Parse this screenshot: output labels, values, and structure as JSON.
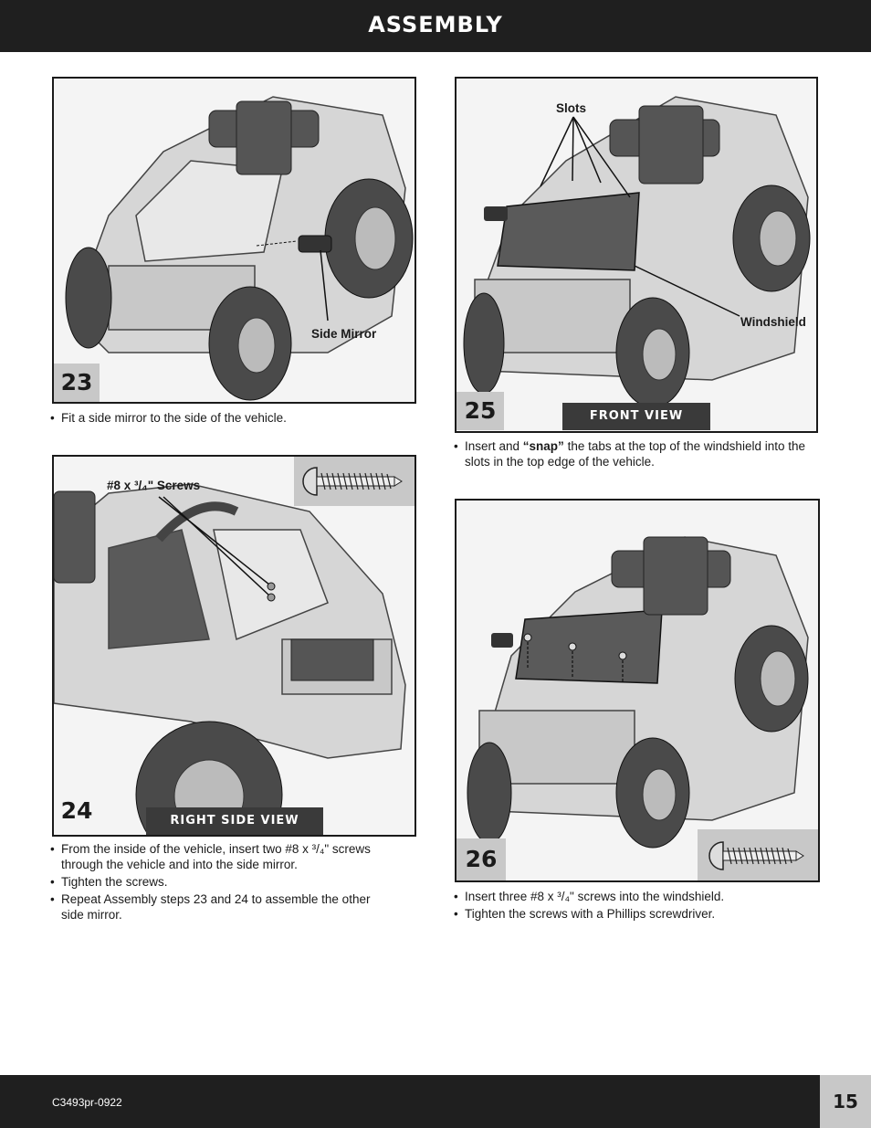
{
  "header": {
    "title": "ASSEMBLY"
  },
  "steps": [
    {
      "number": "23",
      "callouts": [
        "Side Mirror"
      ],
      "view_label": "",
      "bullets": [
        "Fit a side mirror to the side of the vehicle."
      ]
    },
    {
      "number": "24",
      "callouts": [
        "#8 x ³/₄\" Screws"
      ],
      "view_label": "RIGHT SIDE VIEW",
      "bullets": [
        "From the inside of the vehicle, insert two #8 x ³/₄\" screws through the vehicle and into the side mirror.",
        "Tighten the screws.",
        "Repeat Assembly steps 23 and 24 to assemble the other side mirror."
      ]
    },
    {
      "number": "25",
      "callouts": [
        "Slots",
        "Windshield"
      ],
      "view_label": "FRONT VIEW",
      "bullets": [
        "Insert and “snap” the tabs at the top of the windshield into the slots in the top edge of the vehicle."
      ]
    },
    {
      "number": "26",
      "callouts": [],
      "view_label": "",
      "bullets": [
        "Insert three #8 x ³/₄\" screws into the windshield.",
        "Tighten the screws with a Phillips screwdriver."
      ]
    }
  ],
  "footer": {
    "code": "C3493pr-0922",
    "page_number": "15"
  }
}
